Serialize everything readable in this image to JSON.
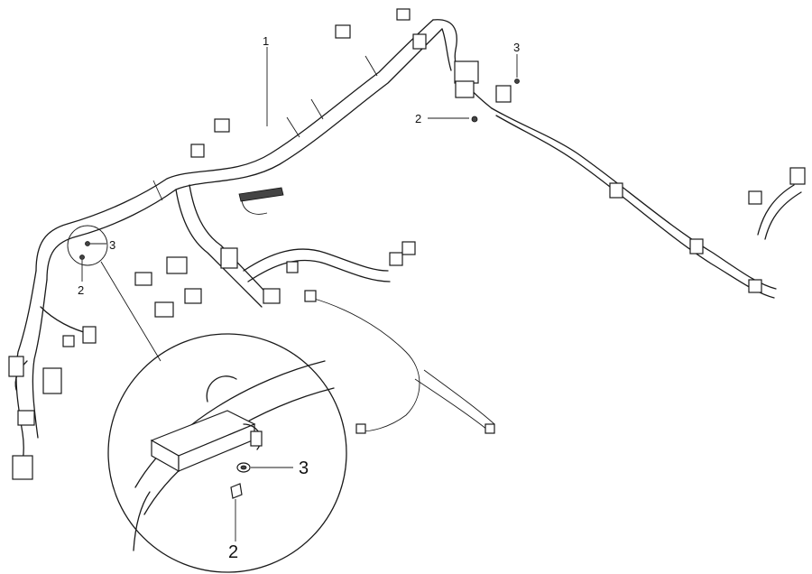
{
  "callouts": {
    "harness": "1",
    "bolt_top": "2",
    "washer_top": "3",
    "bolt_left": "2",
    "washer_left": "3",
    "bolt_detail": "2",
    "washer_detail": "3"
  }
}
